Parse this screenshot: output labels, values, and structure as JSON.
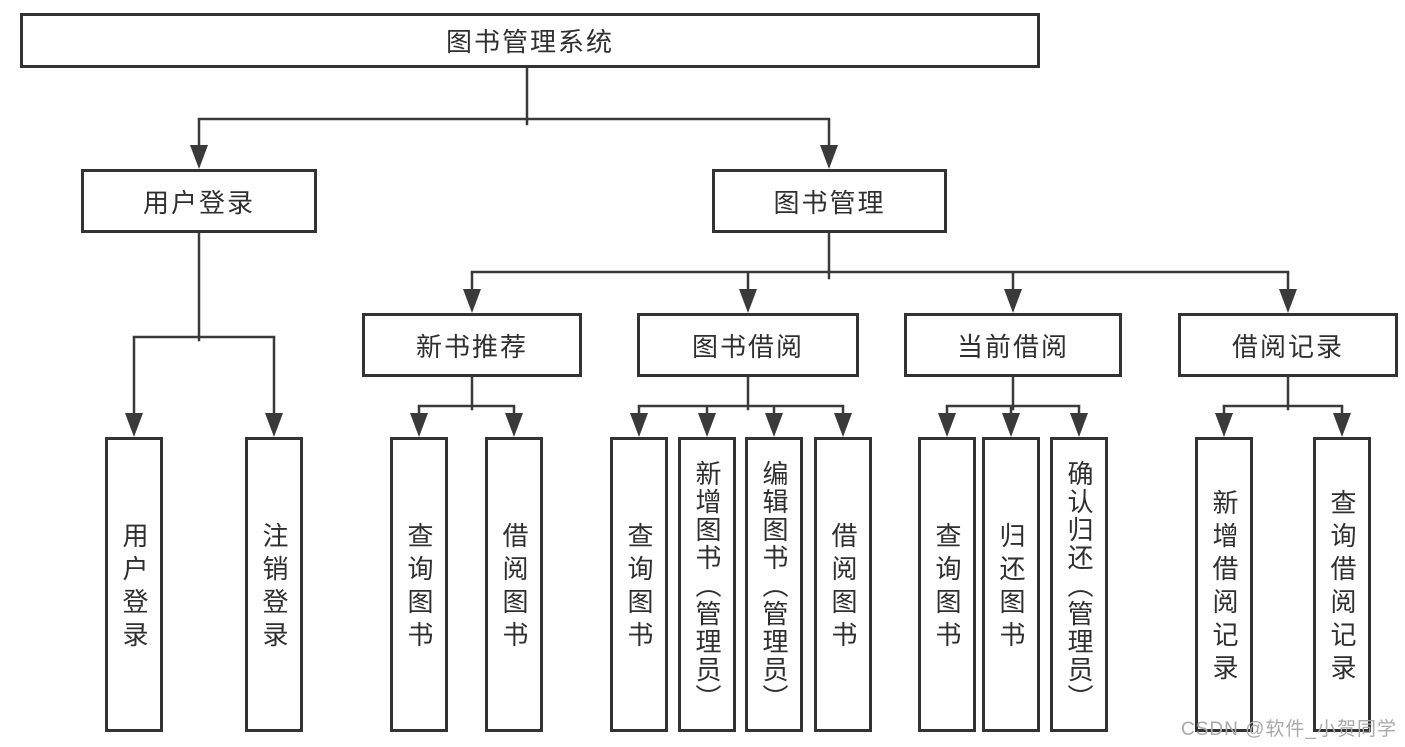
{
  "diagram": {
    "root": "图书管理系统",
    "branches": [
      {
        "label": "用户登录",
        "children": [
          "用户登录",
          "注销登录"
        ]
      },
      {
        "label": "图书管理",
        "sections": [
          {
            "label": "新书推荐",
            "children": [
              "查询图书",
              "借阅图书"
            ]
          },
          {
            "label": "图书借阅",
            "children": [
              "查询图书",
              "新增图书（管理员）",
              "编辑图书（管理员）",
              "借阅图书"
            ]
          },
          {
            "label": "当前借阅",
            "children": [
              "查询图书",
              "归还图书",
              "确认归还（管理员）"
            ]
          },
          {
            "label": "借阅记录",
            "children": [
              "新增借阅记录",
              "查询借阅记录"
            ]
          }
        ]
      }
    ]
  },
  "watermark": "CSDN @软件_小贺同学",
  "colors": {
    "line": "#3a3a3a",
    "box_border": "#333333",
    "text": "#2f2f2f",
    "watermark": "#a9a9a9",
    "background": "#ffffff"
  }
}
